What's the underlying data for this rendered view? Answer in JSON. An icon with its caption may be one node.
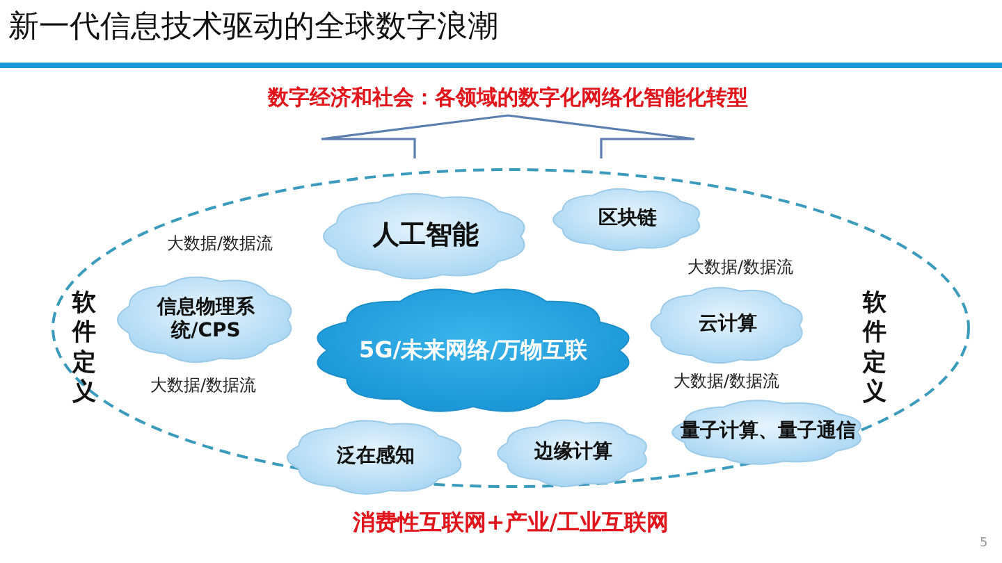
{
  "diagram": {
    "title": "新一代信息技术驱动的全球数字浪潮",
    "nodes": [
      {
        "text": [
          "数字经济和社会：各领域的数字化网络化智能化转型"
        ]
      },
      {
        "text": [],
        "shape": "ellipse"
      },
      {
        "text": [
          "5G/未来网络/万物互联"
        ],
        "in": 1
      },
      {
        "text": [
          "人工智能"
        ],
        "in": 1
      },
      {
        "text": [
          "区块链"
        ],
        "in": 1
      },
      {
        "text": [
          "信息物理系统/CPS"
        ],
        "in": 1
      },
      {
        "text": [
          "云计算"
        ],
        "in": 1
      },
      {
        "text": [
          "泛在感知"
        ],
        "in": 1
      },
      {
        "text": [
          "边缘计算"
        ],
        "in": 1
      },
      {
        "text": [
          "量子计算、量子通信"
        ],
        "in": 1
      }
    ],
    "edges": [
      {
        "from": 1,
        "to": 0,
        "arrow": "to"
      }
    ],
    "labels": [
      "大数据/数据流",
      "大数据/数据流",
      "软件定义",
      "软件定义",
      "大数据/数据流",
      "大数据/数据流",
      "消费性互联网+产业/工业互联网",
      "5"
    ]
  }
}
